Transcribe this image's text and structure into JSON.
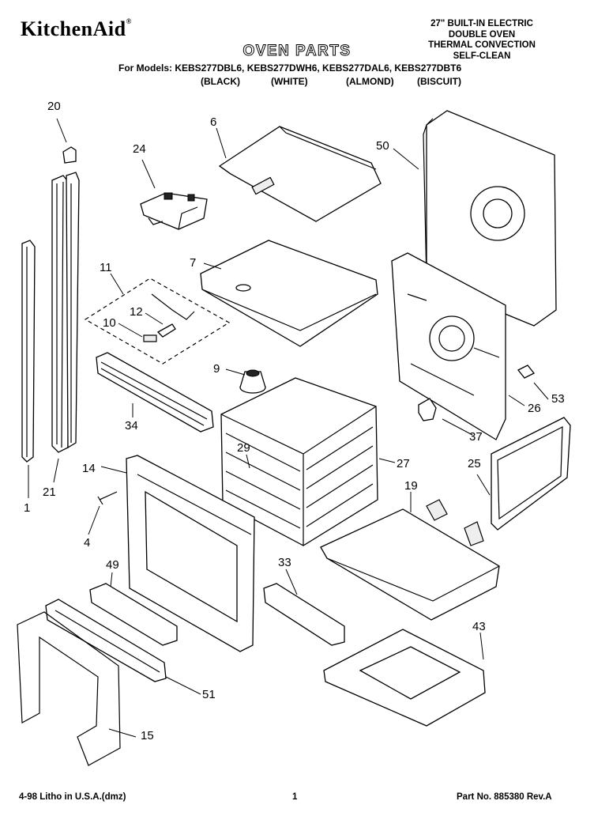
{
  "brand": "KitchenAid",
  "brand_mark": "®",
  "title": "OVEN PARTS",
  "models_line": "For Models: KEBS277DBL6, KEBS277DWH6, KEBS277DAL6, KEBS277DBT6",
  "colors": [
    "(BLACK)",
    "(WHITE)",
    "(ALMOND)",
    "(BISCUIT)"
  ],
  "description": [
    "27\" BUILT-IN ELECTRIC",
    "DOUBLE OVEN",
    "THERMAL CONVECTION",
    "SELF-CLEAN"
  ],
  "callouts": {
    "c20": "20",
    "c6": "6",
    "c24": "24",
    "c50": "50",
    "c11": "11",
    "c7": "7",
    "c12": "12",
    "c10": "10",
    "c9": "9",
    "c53": "53",
    "c26": "26",
    "c34": "34",
    "c37": "37",
    "c29": "29",
    "c27": "27",
    "c25": "25",
    "c14": "14",
    "c19": "19",
    "c1": "1",
    "c21": "21",
    "c4": "4",
    "c49": "49",
    "c33": "33",
    "c43": "43",
    "c51": "51",
    "c15": "15"
  },
  "footer": {
    "left": "4-98 Litho in U.S.A.(dmz)",
    "page": "1",
    "part": "Part No. 885380 Rev.A"
  }
}
